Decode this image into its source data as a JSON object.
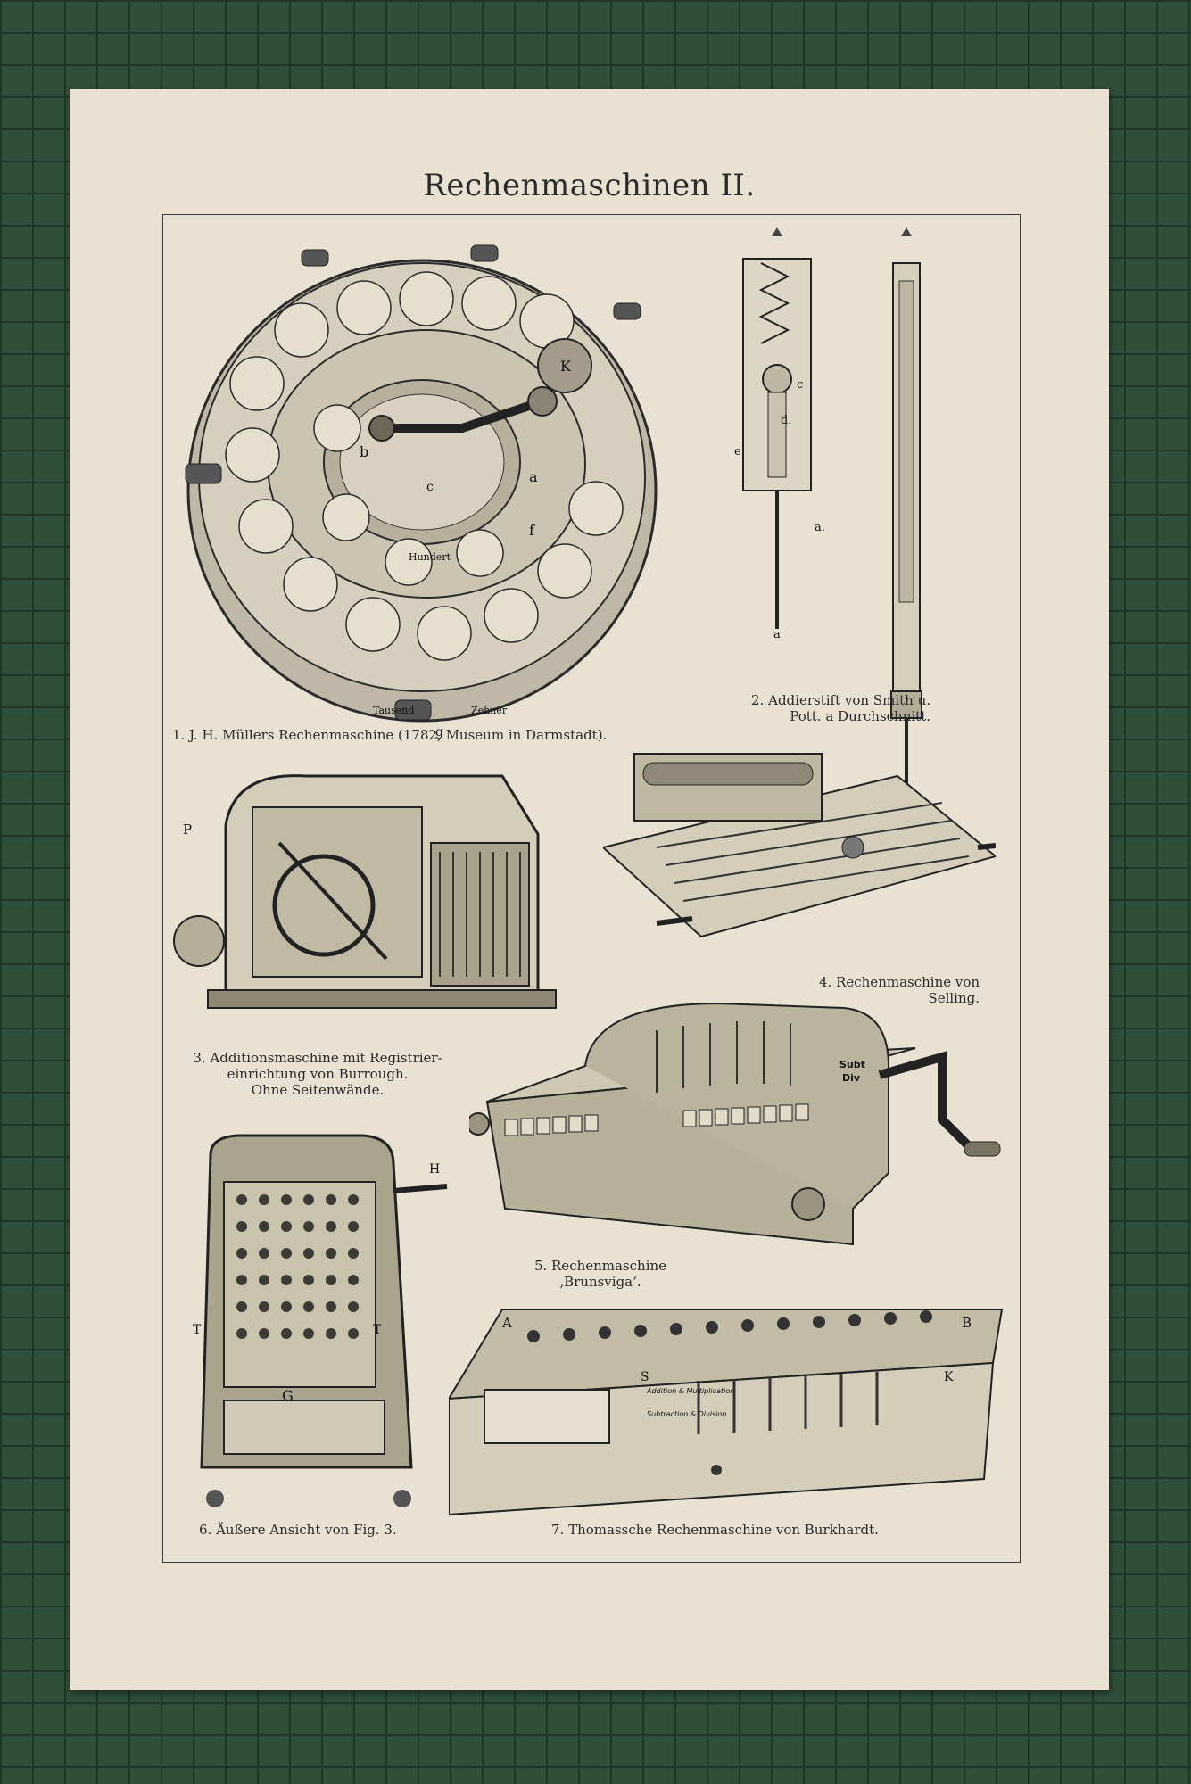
{
  "title": "Rechenmaschinen II.",
  "captions": {
    "fig1": "1. J. H. Müllers Rechenmaschine (1782, Museum in Darmstadt).",
    "fig2_line1": "2. Addierstift von Smith u.",
    "fig2_line2": "Pott.  a Durchschnitt.",
    "fig3_line1": "3. Additionsmaschine mit Registrier-",
    "fig3_line2": "einrichtung von Burrough.",
    "fig3_line3": "Ohne Seitenwände.",
    "fig4_line1": "4. Rechenmaschine von",
    "fig4_line2": "Selling.",
    "fig5_line1": "5. Rechenmaschine",
    "fig5_line2": "‚Brunsviga‘.",
    "fig6": "6. Äußere Ansicht von Fig. 3.",
    "fig7": "7. Thomassche Rechenmaschine von Burkhardt."
  },
  "labels": {
    "fig1_k": "K",
    "fig1_b": "b",
    "fig1_a": "a",
    "fig1_c": "c",
    "fig1_f": "f",
    "fig1_hundert": "Hundert",
    "fig1_tausend": "Tausend",
    "fig1_zehner": "Zehner",
    "fig1_g": "g",
    "fig2_a1": "a.",
    "fig2_a2": "a",
    "fig2_c": "c",
    "fig2_d": "d.",
    "fig2_e": "e",
    "fig3_p": "P",
    "fig5_subt": "Subt",
    "fig5_div": "Div",
    "fig6_g": "G",
    "fig6_t1": "T",
    "fig6_t2": "T",
    "fig6_h": "H",
    "fig7_a": "A",
    "fig7_b": "B",
    "fig7_s": "S",
    "fig7_k": "K",
    "fig7_addition": "Addition & Multiplication",
    "fig7_subtraction": "Subtraction & Division"
  }
}
